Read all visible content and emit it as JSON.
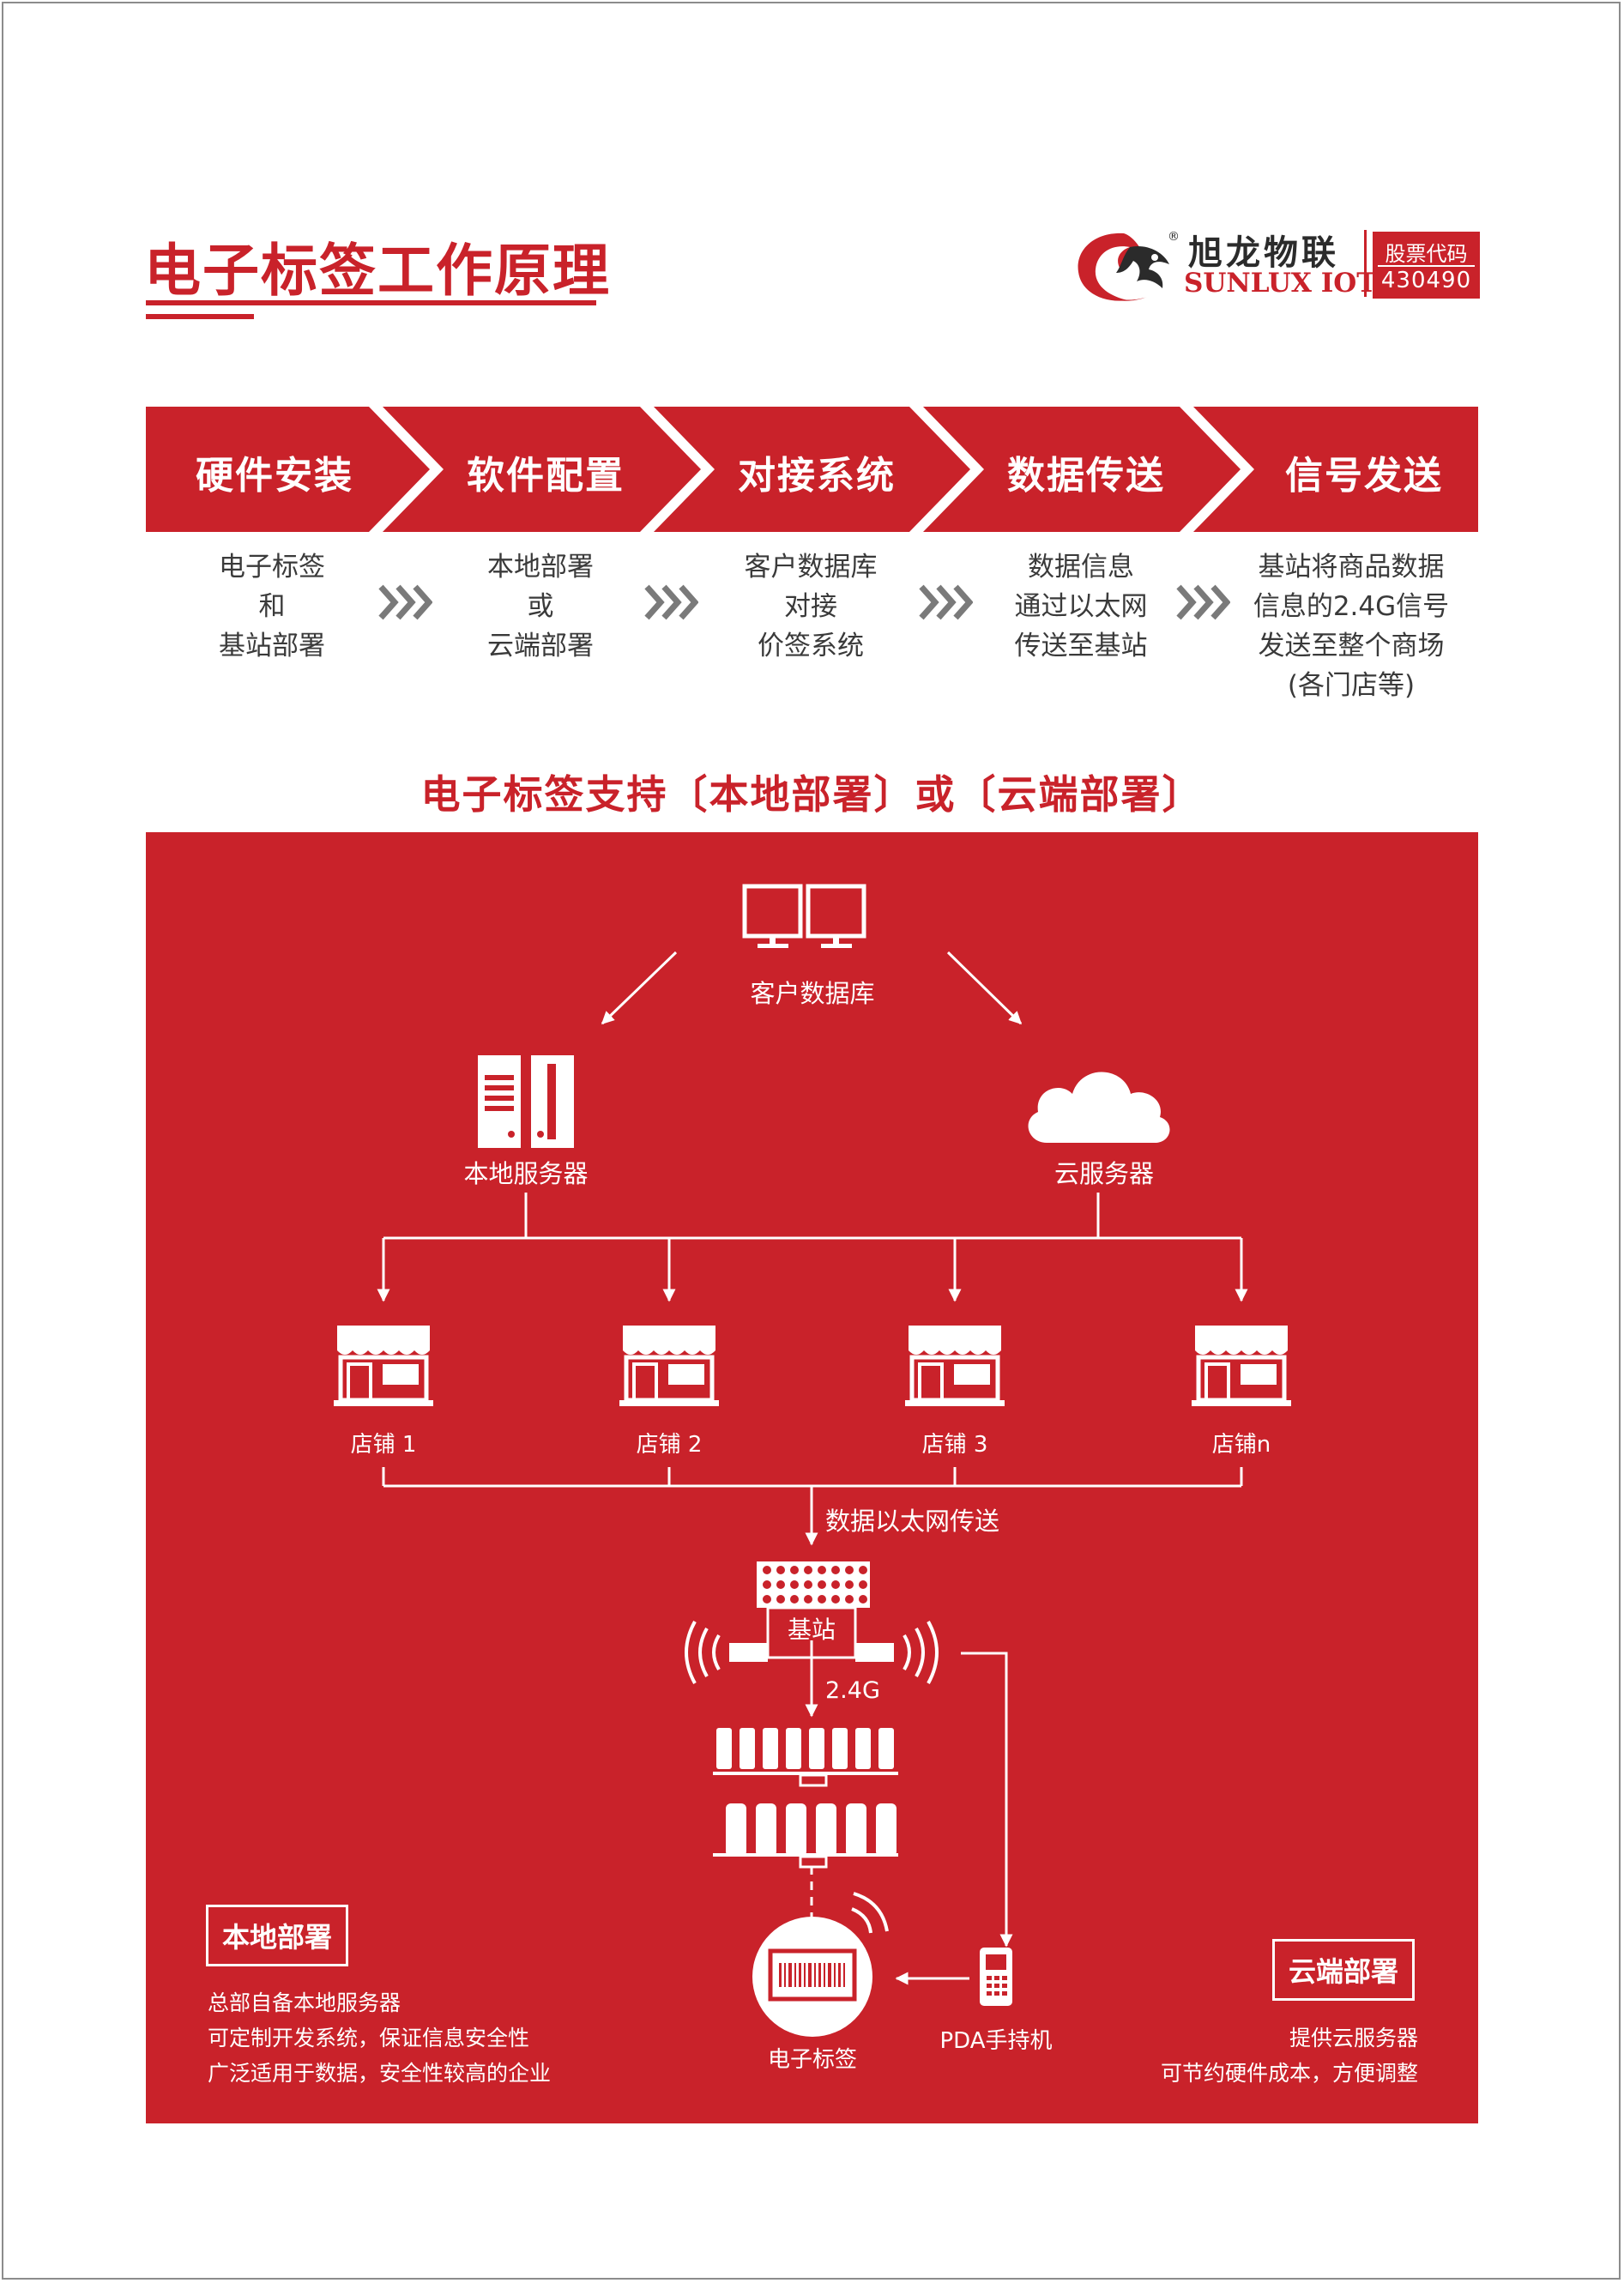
{
  "header": {
    "title": "电子标签工作原理",
    "logo_cn": "旭龙物联",
    "logo_en": "SUNLUX IOT",
    "stock_label": "股票代码",
    "stock_code": "430490"
  },
  "steps": [
    {
      "label": "硬件安装",
      "desc": [
        "电子标签",
        "和",
        "基站部署"
      ]
    },
    {
      "label": "软件配置",
      "desc": [
        "本地部署",
        "或",
        "云端部署"
      ]
    },
    {
      "label": "对接系统",
      "desc": [
        "客户数据库",
        "对接",
        "价签系统"
      ]
    },
    {
      "label": "数据传送",
      "desc": [
        "数据信息",
        "通过以太网",
        "传送至基站"
      ]
    },
    {
      "label": "信号发送",
      "desc": [
        "基站将商品数据",
        "信息的2.4G信号",
        "发送至整个商场",
        "(各门店等)"
      ]
    }
  ],
  "diagram": {
    "subtitle": "电子标签支持〔本地部署〕或〔云端部署〕",
    "database_label": "客户数据库",
    "local_server_label": "本地服务器",
    "cloud_server_label": "云服务器",
    "stores": [
      "店铺 1",
      "店铺 2",
      "店铺 3",
      "店铺n"
    ],
    "ethernet_label": "数据以太网传送",
    "base_station_label": "基站",
    "frequency_label": "2.4G",
    "esl_label": "电子标签",
    "pda_label": "PDA手持机",
    "local": {
      "title": "本地部署",
      "notes": [
        "总部自备本地服务器",
        "可定制开发系统，保证信息安全性",
        "广泛适用于数据，安全性较高的企业"
      ]
    },
    "cloud": {
      "title": "云端部署",
      "notes": [
        "提供云服务器",
        "可节约硬件成本，方便调整"
      ]
    }
  },
  "colors": {
    "brand_red": "#c9222a",
    "text_gray": "#3a3a3a",
    "white": "#ffffff"
  }
}
